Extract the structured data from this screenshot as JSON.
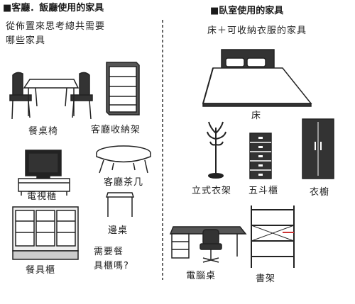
{
  "left_section": {
    "title": "■客廳．飯廳使用的家具",
    "note_line1": "從佈置來思考總共需要",
    "note_line2": "哪些家具",
    "items": {
      "dining_set": "餐桌椅",
      "storage_rack": "客廳收納架",
      "tv_cabinet": "電視櫃",
      "coffee_table": "客廳茶几",
      "side_table": "邊桌",
      "cupboard": "餐具櫃",
      "question_line1": "需要餐",
      "question_line2": "具櫃嗎?"
    }
  },
  "right_section": {
    "title": "■臥室使用的家具",
    "note": "床＋可收納衣服的家具",
    "items": {
      "bed": "床",
      "coat_rack": "立式衣架",
      "chest": "五斗櫃",
      "wardrobe": "衣櫥",
      "desk": "電腦桌",
      "bookshelf": "書架"
    }
  }
}
